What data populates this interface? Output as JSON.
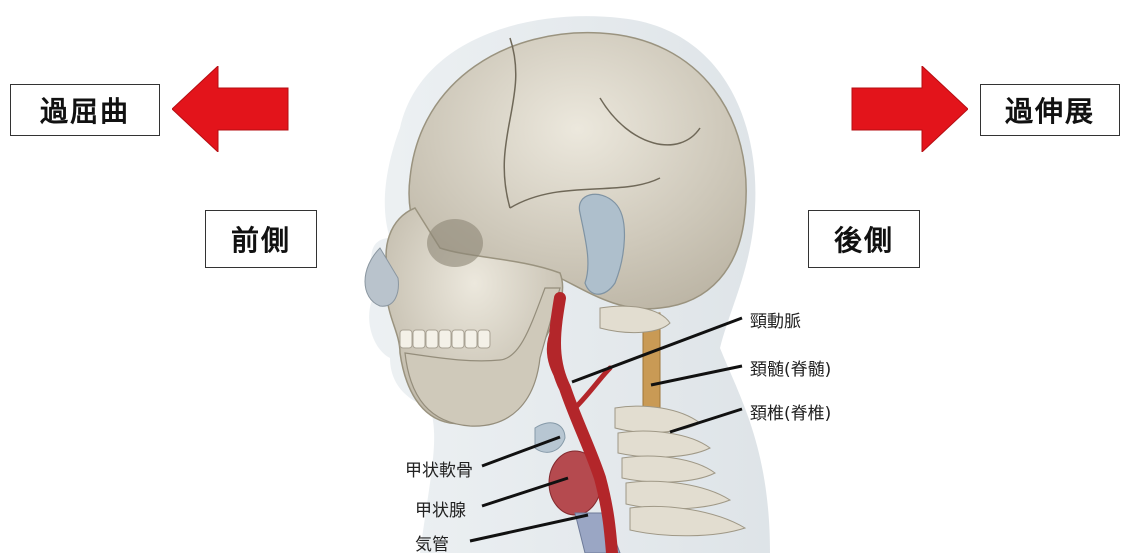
{
  "direction_labels": {
    "left_top": "過屈曲",
    "right_top": "過伸展",
    "left_side": "前側",
    "right_side": "後側"
  },
  "anatomy_labels": {
    "carotid": "頸動脈",
    "cervical_cord": "頚髄(脊髄)",
    "cervical_vertebra": "頚椎(脊椎)",
    "thyroid_cartilage": "甲状軟骨",
    "thyroid_gland": "甲状腺",
    "trachea": "気管"
  },
  "colors": {
    "arrow": "#e3141b",
    "skull": "#d8d3c6",
    "artery": "#b3262a",
    "spinal_cord": "#c99a55",
    "soft_tissue": "#dfe6ea"
  }
}
